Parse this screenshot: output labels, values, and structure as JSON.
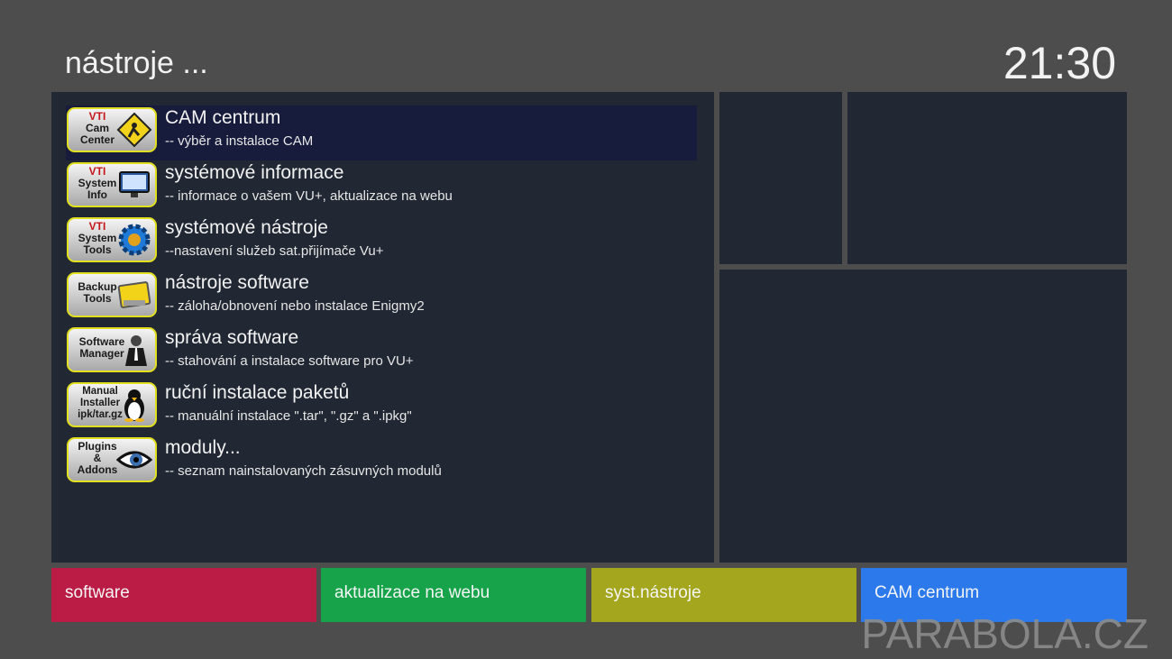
{
  "header": {
    "title": "nástroje ...",
    "clock": "21:30"
  },
  "menu": {
    "selected_index": 0,
    "items": [
      {
        "title": "CAM centrum",
        "desc": "-- výběr a instalace CAM",
        "icon": "cam-center-icon",
        "icon_lines": [
          "VTI",
          "Cam",
          "Center"
        ]
      },
      {
        "title": "systémové informace",
        "desc": "-- informace o vašem VU+, aktualizace na webu",
        "icon": "system-info-icon",
        "icon_lines": [
          "VTI",
          "System",
          "Info"
        ]
      },
      {
        "title": "systémové nástroje",
        "desc": "--nastavení služeb sat.přijímače Vu+",
        "icon": "system-tools-icon",
        "icon_lines": [
          "VTI",
          "System",
          "Tools"
        ]
      },
      {
        "title": "nástroje software",
        "desc": "-- záloha/obnovení nebo instalace Enigmy2",
        "icon": "backup-tools-icon",
        "icon_lines": [
          "Backup",
          "Tools"
        ]
      },
      {
        "title": "správa software",
        "desc": "-- stahování a instalace software pro VU+",
        "icon": "software-manager-icon",
        "icon_lines": [
          "Software",
          "Manager"
        ]
      },
      {
        "title": "ruční instalace paketů",
        "desc": "-- manuální instalace \".tar\", \".gz\" a \".ipkg\"",
        "icon": "manual-installer-icon",
        "icon_lines": [
          "Manual",
          "Installer",
          "ipk/tar.gz"
        ]
      },
      {
        "title": "moduly...",
        "desc": "-- seznam nainstalovaných zásuvných modulů",
        "icon": "plugins-addons-icon",
        "icon_lines": [
          "Plugins",
          "&",
          "Addons"
        ]
      }
    ]
  },
  "buttons": {
    "red": "software",
    "green": "aktualizace na webu",
    "yellow": "syst.nástroje",
    "blue": "CAM centrum"
  },
  "colors": {
    "background": "#4d4d4d",
    "panel": "#212834",
    "selection": "#181c3c",
    "red": "#bb1c46",
    "green": "#17a34a",
    "yellow": "#a4a71e",
    "blue": "#2b79eb",
    "icon_border": "#e1df20"
  },
  "watermark": "PARABOLA.CZ"
}
